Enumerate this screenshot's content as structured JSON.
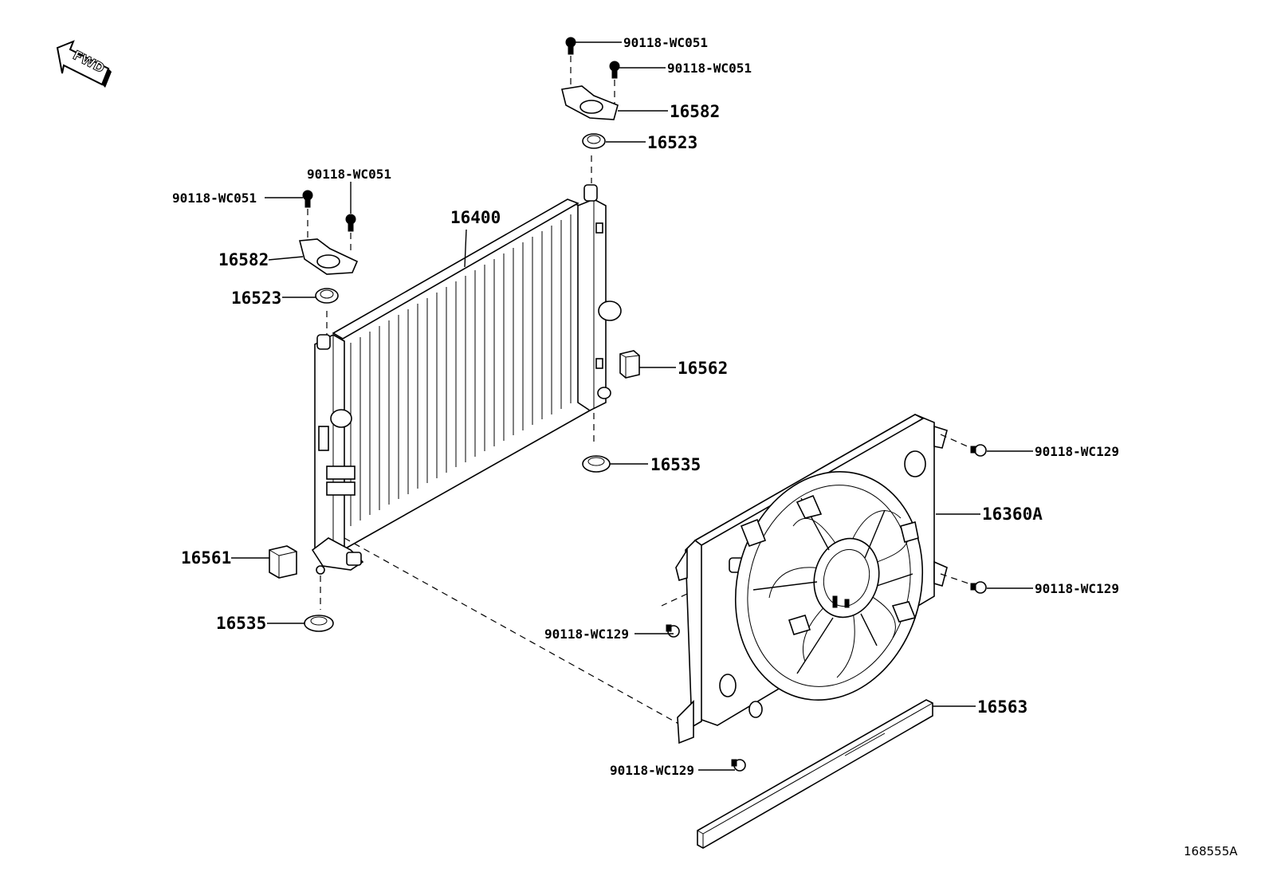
{
  "fwd_label": "FWD",
  "diagram_ref": "168555A",
  "callouts": {
    "bolt_top_1": "90118-WC051",
    "bolt_top_2": "90118-WC051",
    "bracket_right": "16582",
    "cushion_top_right": "16523",
    "bolt_left_1": "90118-WC051",
    "bolt_left_2": "90118-WC051",
    "radiator": "16400",
    "bracket_left": "16582",
    "cushion_top_left": "16523",
    "seal_right": "16562",
    "cushion_bottom_right": "16535",
    "seal_left": "16561",
    "cushion_bottom_left": "16535",
    "fan_bolt_top": "90118-WC129",
    "fan_shroud": "16360A",
    "fan_bolt_right": "90118-WC129",
    "fan_bolt_left": "90118-WC129",
    "seal_bottom": "16563",
    "fan_bolt_bottom": "90118-WC129"
  }
}
